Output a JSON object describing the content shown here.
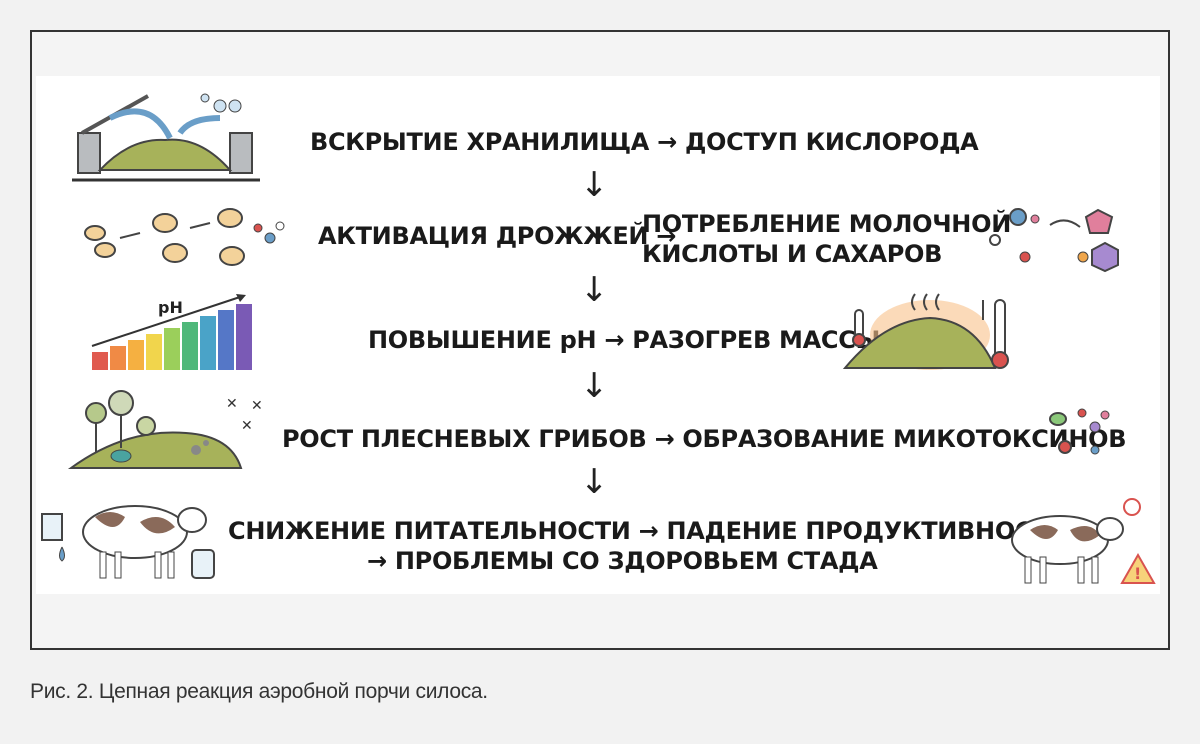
{
  "steps": [
    {
      "line1": "ВСКРЫТИЕ ХРАНИЛИЩА → ДОСТУП КИСЛОРОДА"
    },
    {
      "left": "АКТИВАЦИЯ ДРОЖЖЕЙ →",
      "right_line1": "ПОТРЕБЛЕНИЕ МОЛОЧНОЙ",
      "right_line2": "КИСЛОТЫ И САХАРОВ"
    },
    {
      "line1": "ПОВЫШЕНИЕ pH → РАЗОГРЕВ МАССЫ"
    },
    {
      "line1": "РОСТ ПЛЕСНЕВЫХ ГРИБОВ → ОБРАЗОВАНИЕ МИКОТОКСИНОВ"
    },
    {
      "line1": "СНИЖЕНИЕ ПИТАТЕЛЬНОСТИ → ПАДЕНИЕ ПРОДУКТИВНОСТИ →",
      "line2": "→ ПРОБЛЕМЫ СО ЗДОРОВЬЕМ СТАДА"
    }
  ],
  "flow_arrow": "↓",
  "ph_label": "pH",
  "caption": "Рис. 2. Цепная реакция аэробной порчи силоса."
}
